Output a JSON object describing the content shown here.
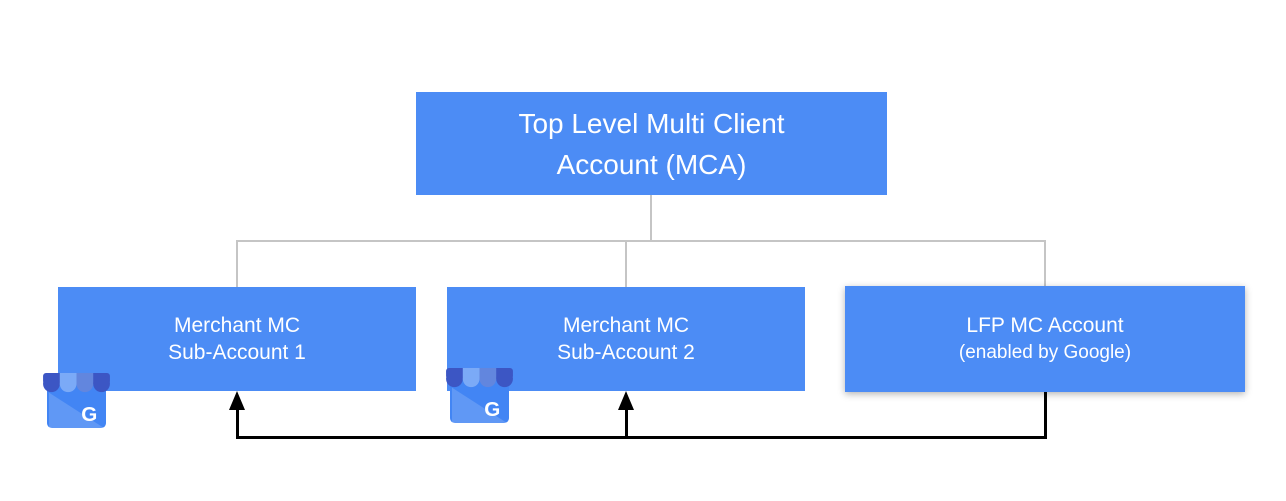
{
  "diagram": {
    "title": "",
    "type": "hierarchy-org-chart",
    "structure": {
      "parent": "root",
      "children": [
        "sub1",
        "sub2",
        "lfp"
      ],
      "feed_arrows": {
        "from": "lfp",
        "to": [
          "sub1",
          "sub2"
        ],
        "style": "black elbow arrows pointing up"
      },
      "parent_connectors_style": "gray elbow tree lines"
    }
  },
  "nodes": {
    "root": {
      "line1": "Top Level Multi Client",
      "line2": "Account (MCA)"
    },
    "sub1": {
      "line1": "Merchant MC",
      "line2": "Sub-Account 1"
    },
    "sub2": {
      "line1": "Merchant MC",
      "line2": "Sub-Account 2"
    },
    "lfp": {
      "line1": "LFP MC Account",
      "line2": "(enabled by Google)"
    }
  },
  "icons": {
    "name": "google-my-business-storefront-icon",
    "letter": "G",
    "attached_to": [
      "sub1",
      "sub2"
    ]
  },
  "colors": {
    "box_blue": "#4C8CF5",
    "text_white": "#FFFFFF",
    "connector_gray": "#C5C5C5",
    "connector_black": "#000000",
    "icon_body_blue": "#4285F4",
    "icon_awning_dark": "#3C56C4",
    "icon_awning_light": "#7BAAF7",
    "icon_awning_mid": "#6286DE",
    "canvas_bg": "#FFFFFF"
  }
}
